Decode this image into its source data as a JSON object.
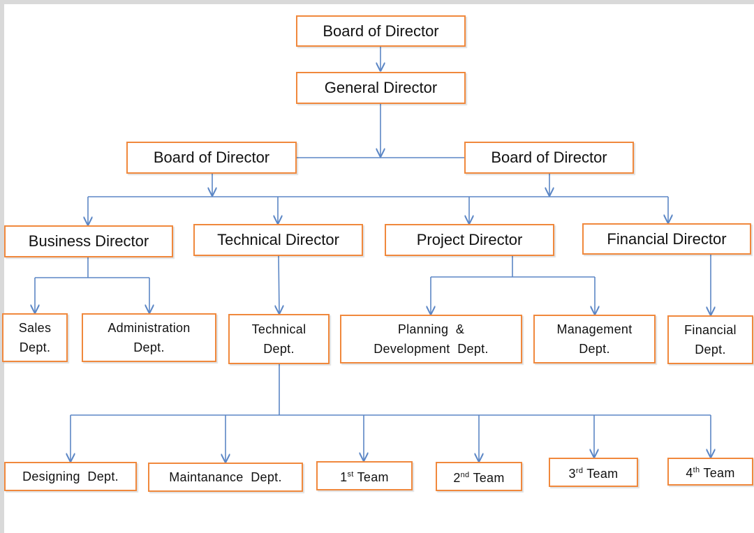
{
  "colors": {
    "box_border": "#f0883c",
    "connector": "#5b86c5",
    "page": "#ffffff",
    "frame": "#d9d9d9"
  },
  "nodes": {
    "board_top": "Board of Director",
    "general_director": "General Director",
    "board_left": "Board of Director",
    "board_right": "Board of Director",
    "business_director": "Business Director",
    "technical_director": "Technical Director",
    "project_director": "Project Director",
    "financial_director": "Financial Director",
    "sales_dept": [
      "Sales",
      "Dept."
    ],
    "administration_dept": [
      "Administration",
      "Dept."
    ],
    "technical_dept": [
      "Technical",
      "Dept."
    ],
    "planning_dept": [
      "Planning  &",
      "Development  Dept."
    ],
    "management_dept": [
      "Management",
      "Dept."
    ],
    "financial_dept": [
      "Financial",
      "Dept."
    ],
    "designing_dept": "Designing  Dept.",
    "maintanance_dept": "Maintanance  Dept.",
    "team1": {
      "num": "1",
      "sup": "st",
      "label": " Team"
    },
    "team2": {
      "num": "2",
      "sup": "nd",
      "label": " Team"
    },
    "team3": {
      "num": "3",
      "sup": "rd",
      "label": " Team"
    },
    "team4": {
      "num": "4",
      "sup": "th",
      "label": " Team"
    }
  }
}
